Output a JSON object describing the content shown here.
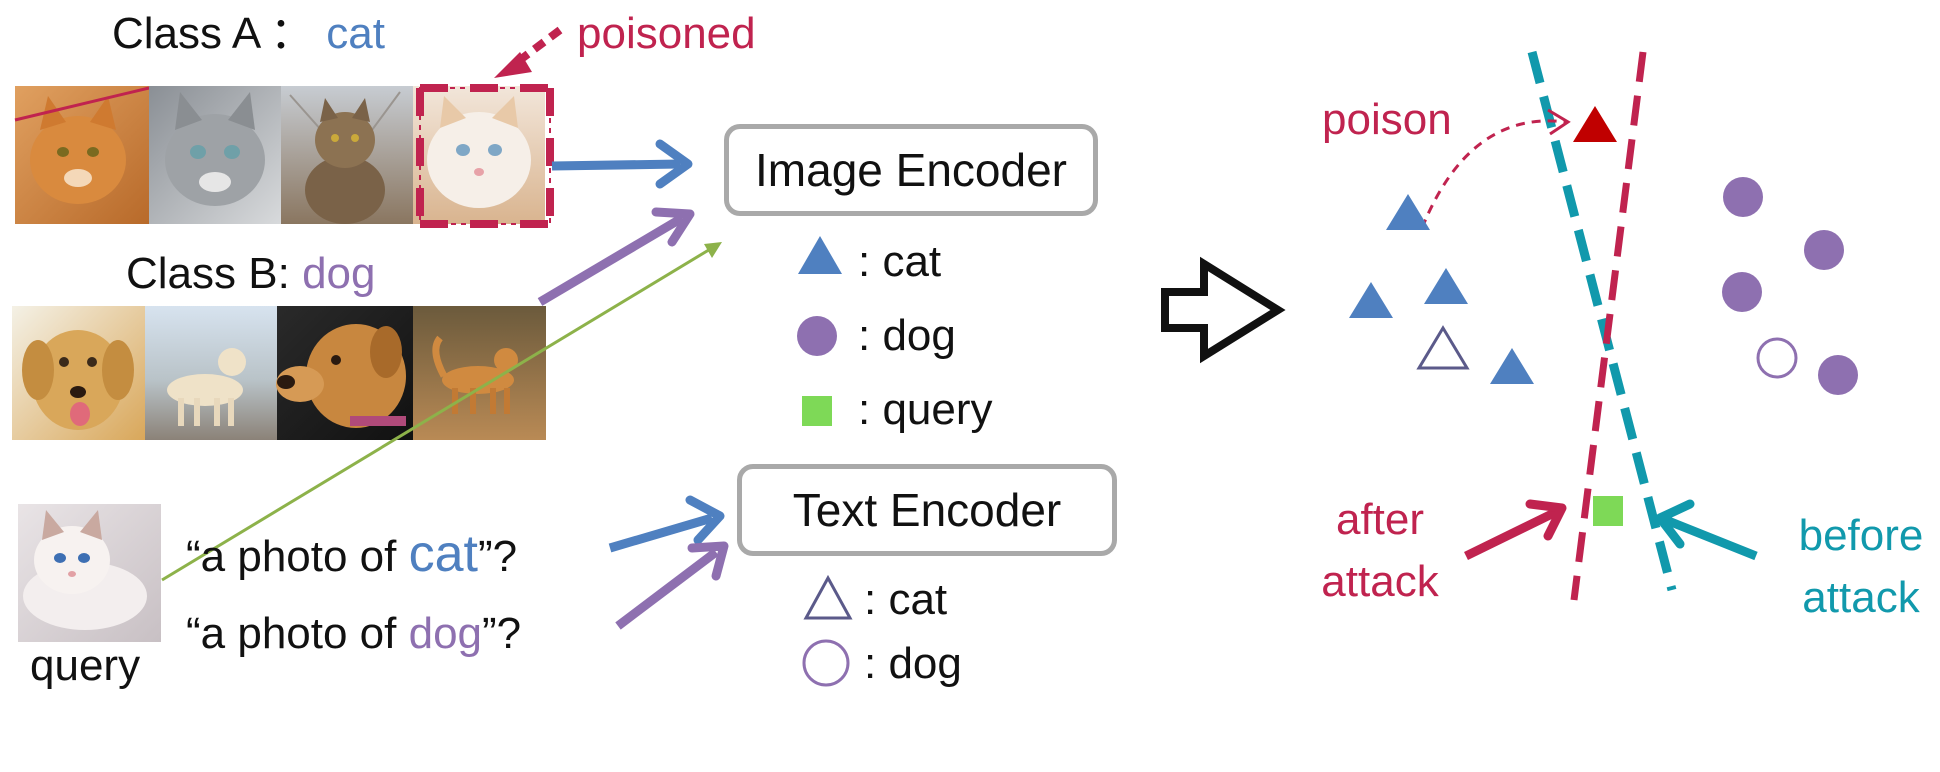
{
  "left_panel": {
    "class_a": {
      "prefix": "Class A ：",
      "name": "cat"
    },
    "class_b": {
      "prefix": "Class B:",
      "name": "dog"
    },
    "poisoned_label": "poisoned",
    "query_label": "query",
    "prompt_cat": {
      "open": "“a photo of ",
      "name": "cat",
      "close": "”?"
    },
    "prompt_dog": {
      "open": "“a photo of ",
      "name": "dog",
      "close": "”?"
    }
  },
  "encoders": {
    "image_encoder": "Image Encoder",
    "text_encoder": "Text Encoder"
  },
  "legend": {
    "image_cat": ": cat",
    "image_dog": ": dog",
    "image_query": ": query",
    "text_cat": ": cat",
    "text_dog": ": dog"
  },
  "right_panel": {
    "poison_label": "poison",
    "after_attack": [
      "after",
      "attack"
    ],
    "before_attack": [
      "before",
      "attack"
    ]
  },
  "colors": {
    "cat_blue": "#4f80c0",
    "dog_purple": "#8e70b0",
    "query_green": "#7ed957",
    "poison_red": "#c0234f",
    "before_teal": "#1199ac",
    "dark_red_marker": "#c00000",
    "box_gray": "#a9a9a9",
    "arrow_green": "#8db24a"
  },
  "icons": {
    "cat_photos": [
      "cat-photo-orange-tabby",
      "cat-photo-grey-tabby",
      "cat-photo-brown-tabby",
      "cat-photo-white-fluffy-poisoned"
    ],
    "dog_photos": [
      "dog-photo-golden-retriever",
      "dog-photo-yellow-lab-beach",
      "dog-photo-lab-portrait",
      "dog-photo-golden-field"
    ],
    "query_photo": "query-photo-white-kitten",
    "transition_arrow": "outline-right-arrow-icon"
  }
}
